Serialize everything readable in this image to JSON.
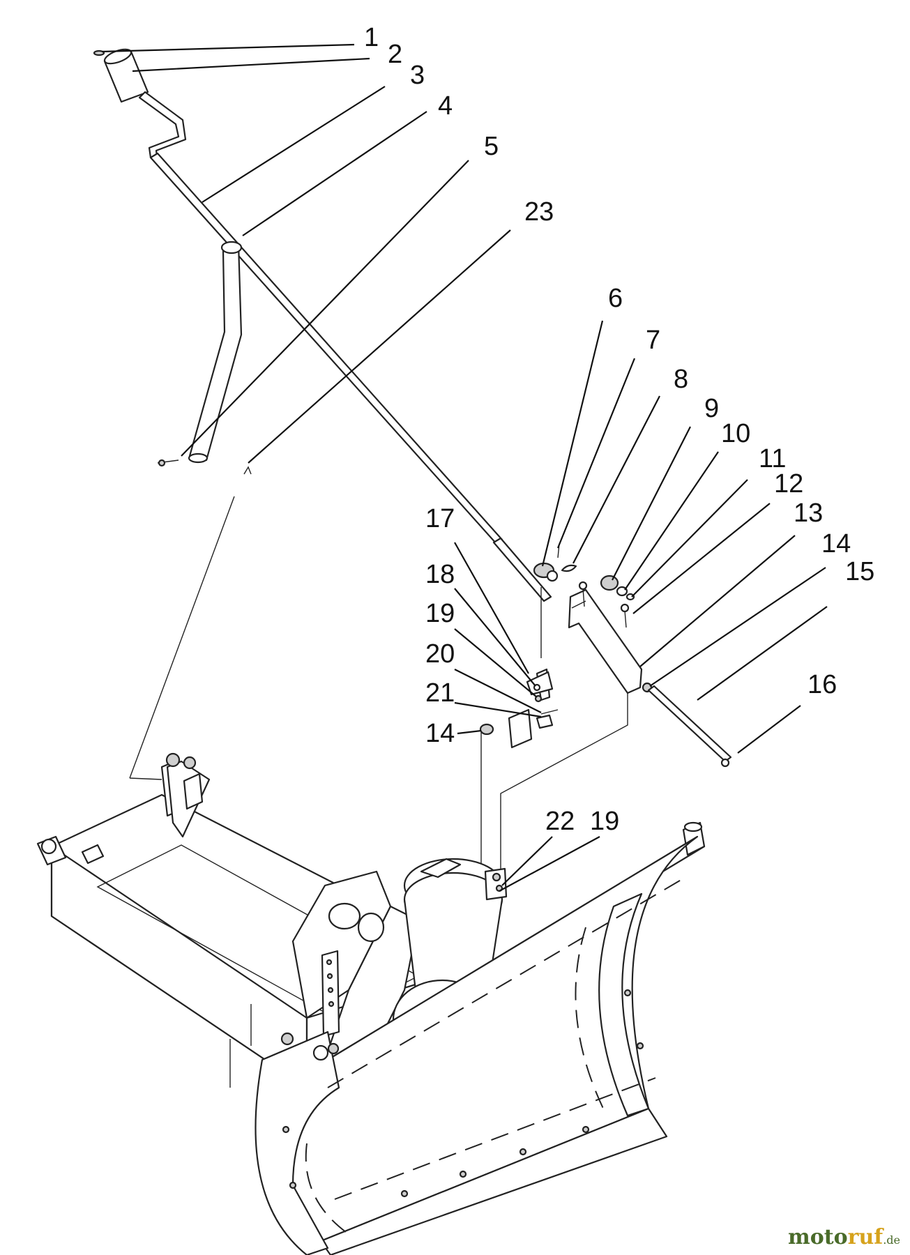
{
  "diagram": {
    "callouts": [
      {
        "id": "c1",
        "label": "1"
      },
      {
        "id": "c2",
        "label": "2"
      },
      {
        "id": "c3",
        "label": "3"
      },
      {
        "id": "c4",
        "label": "4"
      },
      {
        "id": "c5",
        "label": "5"
      },
      {
        "id": "c23",
        "label": "23"
      },
      {
        "id": "c6",
        "label": "6"
      },
      {
        "id": "c7",
        "label": "7"
      },
      {
        "id": "c8",
        "label": "8"
      },
      {
        "id": "c9",
        "label": "9"
      },
      {
        "id": "c10",
        "label": "10"
      },
      {
        "id": "c11",
        "label": "11"
      },
      {
        "id": "c12",
        "label": "12"
      },
      {
        "id": "c13",
        "label": "13"
      },
      {
        "id": "c14a",
        "label": "14"
      },
      {
        "id": "c15",
        "label": "15"
      },
      {
        "id": "c16",
        "label": "16"
      },
      {
        "id": "c17",
        "label": "17"
      },
      {
        "id": "c18",
        "label": "18"
      },
      {
        "id": "c19a",
        "label": "19"
      },
      {
        "id": "c20",
        "label": "20"
      },
      {
        "id": "c21",
        "label": "21"
      },
      {
        "id": "c14b",
        "label": "14"
      },
      {
        "id": "c22",
        "label": "22"
      },
      {
        "id": "c19b",
        "label": "19"
      }
    ]
  },
  "watermark": {
    "part1": "moto",
    "part2": "ruf",
    "tld": ".de"
  }
}
